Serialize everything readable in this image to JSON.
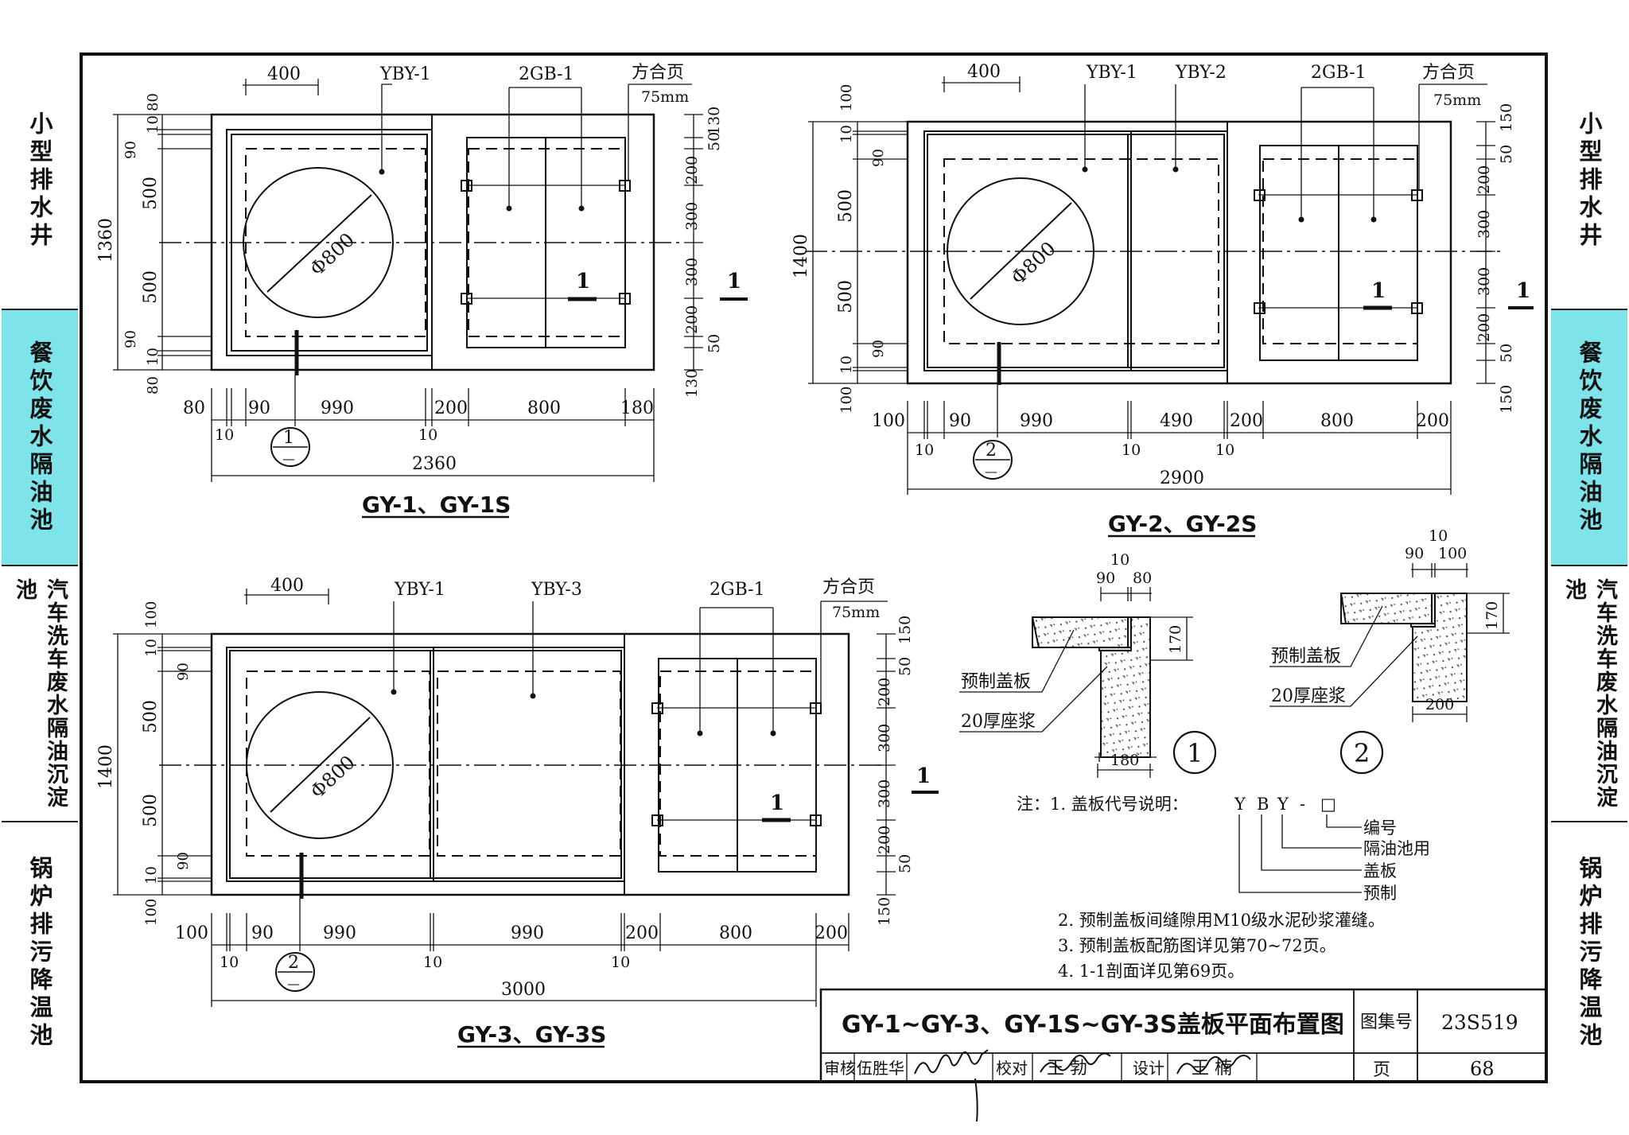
{
  "sidebar_left": [
    {
      "label": "小型排水井",
      "active": false
    },
    {
      "label": "餐饮废水隔油池",
      "active": true
    },
    {
      "label": "汽车洗车废水隔油沉淀池",
      "active": false
    },
    {
      "label": "锅炉排污降温池",
      "active": false
    }
  ],
  "sidebar_right": [
    {
      "label": "小型排水井",
      "active": false
    },
    {
      "label": "餐饮废水隔油池",
      "active": true
    },
    {
      "label": "汽车洗车废水隔油沉淀池",
      "active": false
    },
    {
      "label": "锅炉排污降温池",
      "active": false
    }
  ],
  "colors": {
    "accent": "#7fe3ea",
    "line": "#111111"
  },
  "gy1": {
    "caption": "GY-1、GY-1S",
    "labels": {
      "ybys": [
        "YBY-1"
      ],
      "gb": "2GB-1",
      "hinge": "方合页",
      "hinge_size": "75mm",
      "diameter": "Φ800",
      "section": "1"
    },
    "top_dims": [
      "400"
    ],
    "left_dims": [
      "1360",
      "80",
      "10",
      "90",
      "500",
      "500",
      "90",
      "10",
      "80"
    ],
    "right_dims": [
      "130",
      "50",
      "200",
      "300",
      "300",
      "200",
      "50",
      "130"
    ],
    "bottom_dims": [
      "80",
      "90",
      "990",
      "200",
      "800",
      "180",
      "10",
      "10",
      "2360"
    ],
    "detail": {
      "num": "1",
      "den": "—"
    }
  },
  "gy2": {
    "caption": "GY-2、GY-2S",
    "labels": {
      "ybys": [
        "YBY-1",
        "YBY-2"
      ],
      "gb": "2GB-1",
      "hinge": "方合页",
      "hinge_size": "75mm",
      "diameter": "Φ800",
      "section": "1"
    },
    "top_dims": [
      "400"
    ],
    "left_dims": [
      "1400",
      "100",
      "10",
      "90",
      "500",
      "500",
      "90",
      "10",
      "100"
    ],
    "right_dims": [
      "150",
      "50",
      "200",
      "300",
      "300",
      "200",
      "50",
      "150"
    ],
    "bottom_dims": [
      "100",
      "90",
      "990",
      "490",
      "200",
      "800",
      "200",
      "10",
      "10",
      "10",
      "2900"
    ],
    "detail": {
      "num": "2",
      "den": "—"
    }
  },
  "gy3": {
    "caption": "GY-3、GY-3S",
    "labels": {
      "ybys": [
        "YBY-1",
        "YBY-3"
      ],
      "gb": "2GB-1",
      "hinge": "方合页",
      "hinge_size": "75mm",
      "diameter": "Φ800",
      "section": "1"
    },
    "top_dims": [
      "400"
    ],
    "left_dims": [
      "1400",
      "100",
      "10",
      "90",
      "500",
      "500",
      "90",
      "10",
      "100"
    ],
    "right_dims": [
      "150",
      "50",
      "200",
      "300",
      "300",
      "200",
      "50",
      "150"
    ],
    "bottom_dims": [
      "100",
      "90",
      "990",
      "990",
      "200",
      "800",
      "200",
      "10",
      "10",
      "10",
      "3000"
    ],
    "detail": {
      "num": "2",
      "den": "—"
    }
  },
  "detail1": {
    "dims": [
      "10",
      "90",
      "80",
      "170",
      "180"
    ],
    "plate": "预制盖板",
    "mortar": "20厚座浆",
    "number": "1"
  },
  "detail2": {
    "dims": [
      "10",
      "90",
      "100",
      "170",
      "200"
    ],
    "plate": "预制盖板",
    "mortar": "20厚座浆",
    "number": "2"
  },
  "notes": {
    "intro": "注：1. 盖板代号说明：",
    "code_letters": [
      "Y",
      "B",
      "Y",
      "-",
      "□"
    ],
    "legend": [
      "编号",
      "隔油池用",
      "盖板",
      "预制"
    ],
    "lines": [
      "2. 预制盖板间缝隙用M10级水泥砂浆灌缝。",
      "3. 预制盖板配筋图详见第70~72页。",
      "4. 1-1剖面详见第69页。"
    ]
  },
  "title_block": {
    "title": "GY-1~GY-3、GY-1S~GY-3S盖板平面布置图",
    "atlas_label": "图集号",
    "atlas_no": "23S519",
    "review_label": "审核",
    "reviewer": "伍胜华",
    "check_label": "校对",
    "checker": "王 勃",
    "design_label": "设计",
    "designer": "王 楠",
    "page_label": "页",
    "page_no": "68"
  }
}
